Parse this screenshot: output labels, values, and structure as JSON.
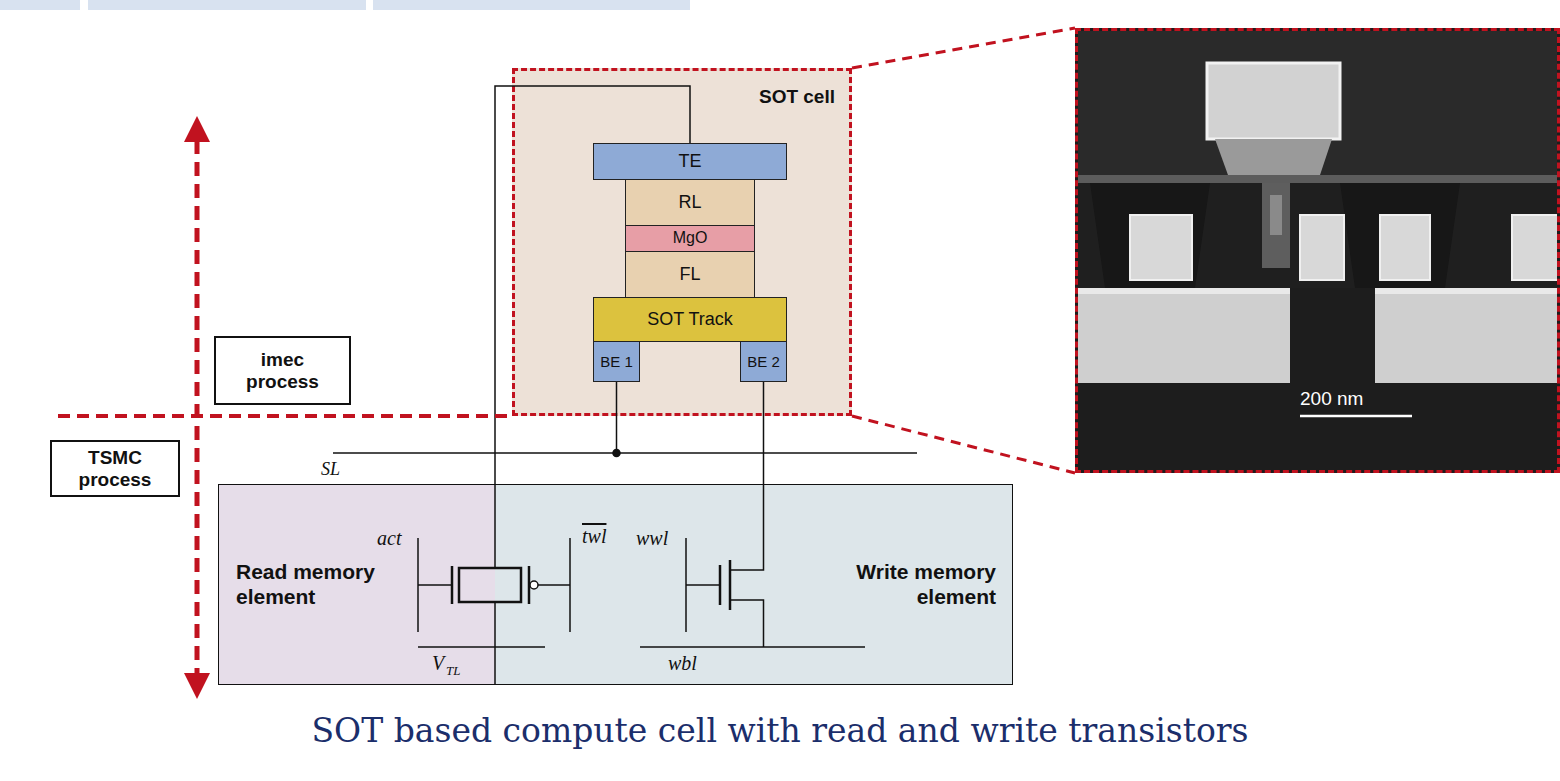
{
  "diagram": {
    "caption": "SOT based compute cell with read and write transistors",
    "nodes": [
      {
        "text": [
          "SOT cell"
        ]
      },
      {
        "text": [
          "TE"
        ],
        "in": 0
      },
      {
        "text": [
          "RL"
        ],
        "in": 0
      },
      {
        "text": [
          "MgO"
        ],
        "in": 0
      },
      {
        "text": [
          "FL"
        ],
        "in": 0
      },
      {
        "text": [
          "SOT Track"
        ],
        "in": 0
      },
      {
        "text": [
          "BE 1"
        ],
        "in": 0
      },
      {
        "text": [
          "BE 2"
        ],
        "in": 0
      },
      {
        "text": [
          "imec process"
        ]
      },
      {
        "text": [
          "TSMC process"
        ]
      },
      {
        "text": [
          "Read memory element"
        ]
      },
      {
        "text": [
          "Write memory element"
        ]
      },
      {
        "text": [
          "200 nm"
        ]
      }
    ],
    "edges": [
      {
        "from": 7,
        "to": 11,
        "arrow": "none"
      },
      {
        "from": 1,
        "to": 10,
        "arrow": "none"
      },
      {
        "from": 0,
        "to": 12,
        "arrow": "none"
      },
      {
        "from": 0,
        "to": 12,
        "arrow": "none"
      }
    ],
    "labels": [
      "SL",
      "act",
      "twl",
      "wwl",
      "V",
      "TL",
      "wbl"
    ]
  }
}
